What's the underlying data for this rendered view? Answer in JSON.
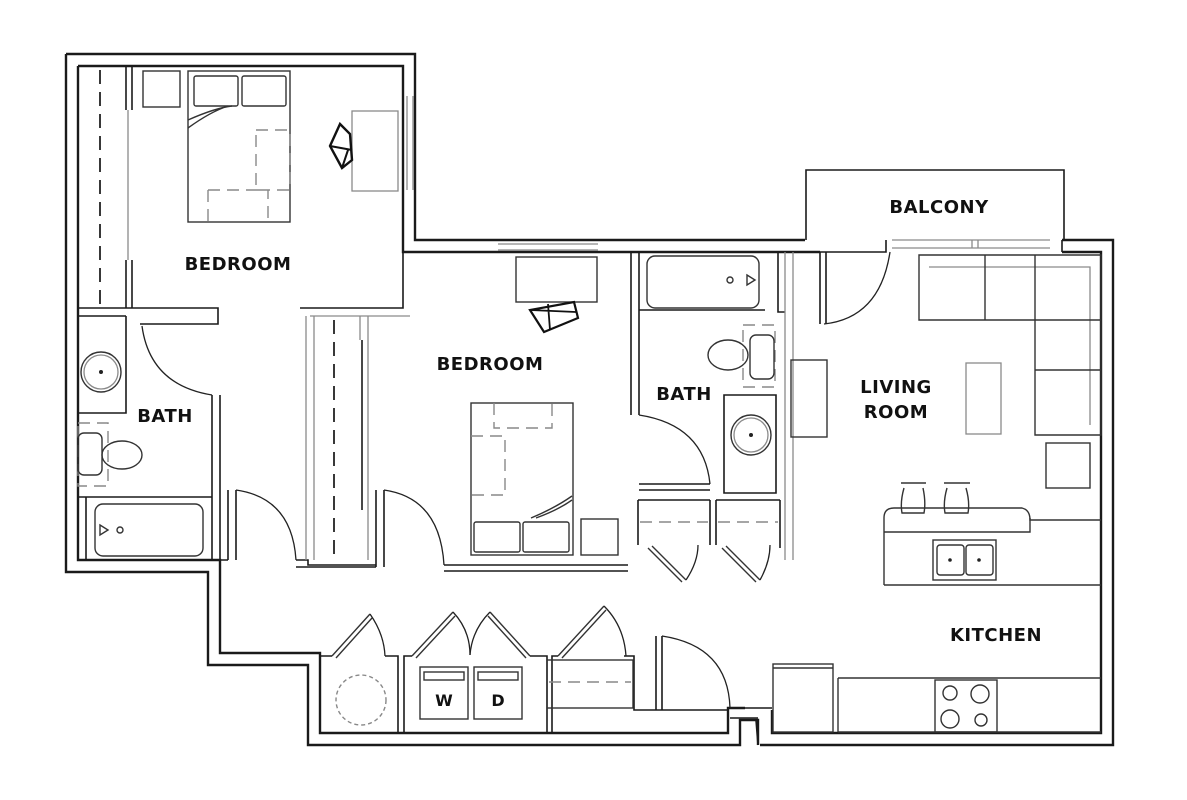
{
  "plan": {
    "rooms": [
      {
        "id": "bedroom-1",
        "label": "BEDROOM"
      },
      {
        "id": "bath-1",
        "label": "BATH"
      },
      {
        "id": "bedroom-2",
        "label": "BEDROOM"
      },
      {
        "id": "bath-2",
        "label": "BATH"
      },
      {
        "id": "balcony",
        "label": "BALCONY"
      },
      {
        "id": "living-room",
        "label_line1": "LIVING",
        "label_line2": "ROOM"
      },
      {
        "id": "kitchen",
        "label": "KITCHEN"
      }
    ],
    "appliances": {
      "washer": "W",
      "dryer": "D"
    }
  }
}
